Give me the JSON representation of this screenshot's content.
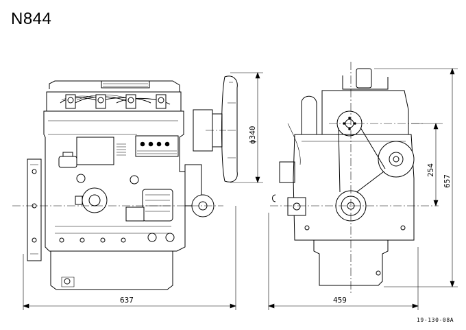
{
  "title": "N844",
  "drawing_code": "19-130-08A",
  "dimensions": {
    "overall_length": "637",
    "overall_width": "459",
    "fan_diameter": "ϕ340",
    "crank_center_height": "254",
    "overall_height": "657"
  },
  "colors": {
    "line": "#000000",
    "background": "#ffffff"
  }
}
